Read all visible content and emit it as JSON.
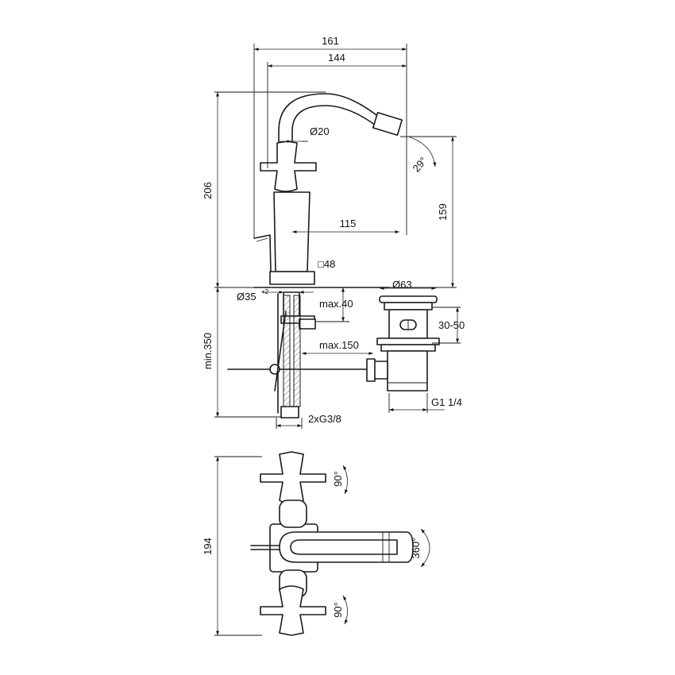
{
  "dimensions": {
    "width_161": "161",
    "width_144": "144",
    "height_206": "206",
    "spout_dia": "Ø20",
    "nozzle_angle": "29°",
    "height_159": "159",
    "reach_115": "115",
    "base_square": "□48",
    "hole_dia": "Ø35",
    "hole_tol": "+2",
    "max_thickness": "max.40",
    "waste_dia": "Ø63",
    "range_30_50": "30-50",
    "max_150": "max.150",
    "min_350": "min.350",
    "waste_thread": "G1 1/4",
    "supply_thread": "2xG3/8",
    "depth_194": "194",
    "handle_rot_top": "90°",
    "spout_rot": "360°",
    "handle_rot_bottom": "90°"
  }
}
